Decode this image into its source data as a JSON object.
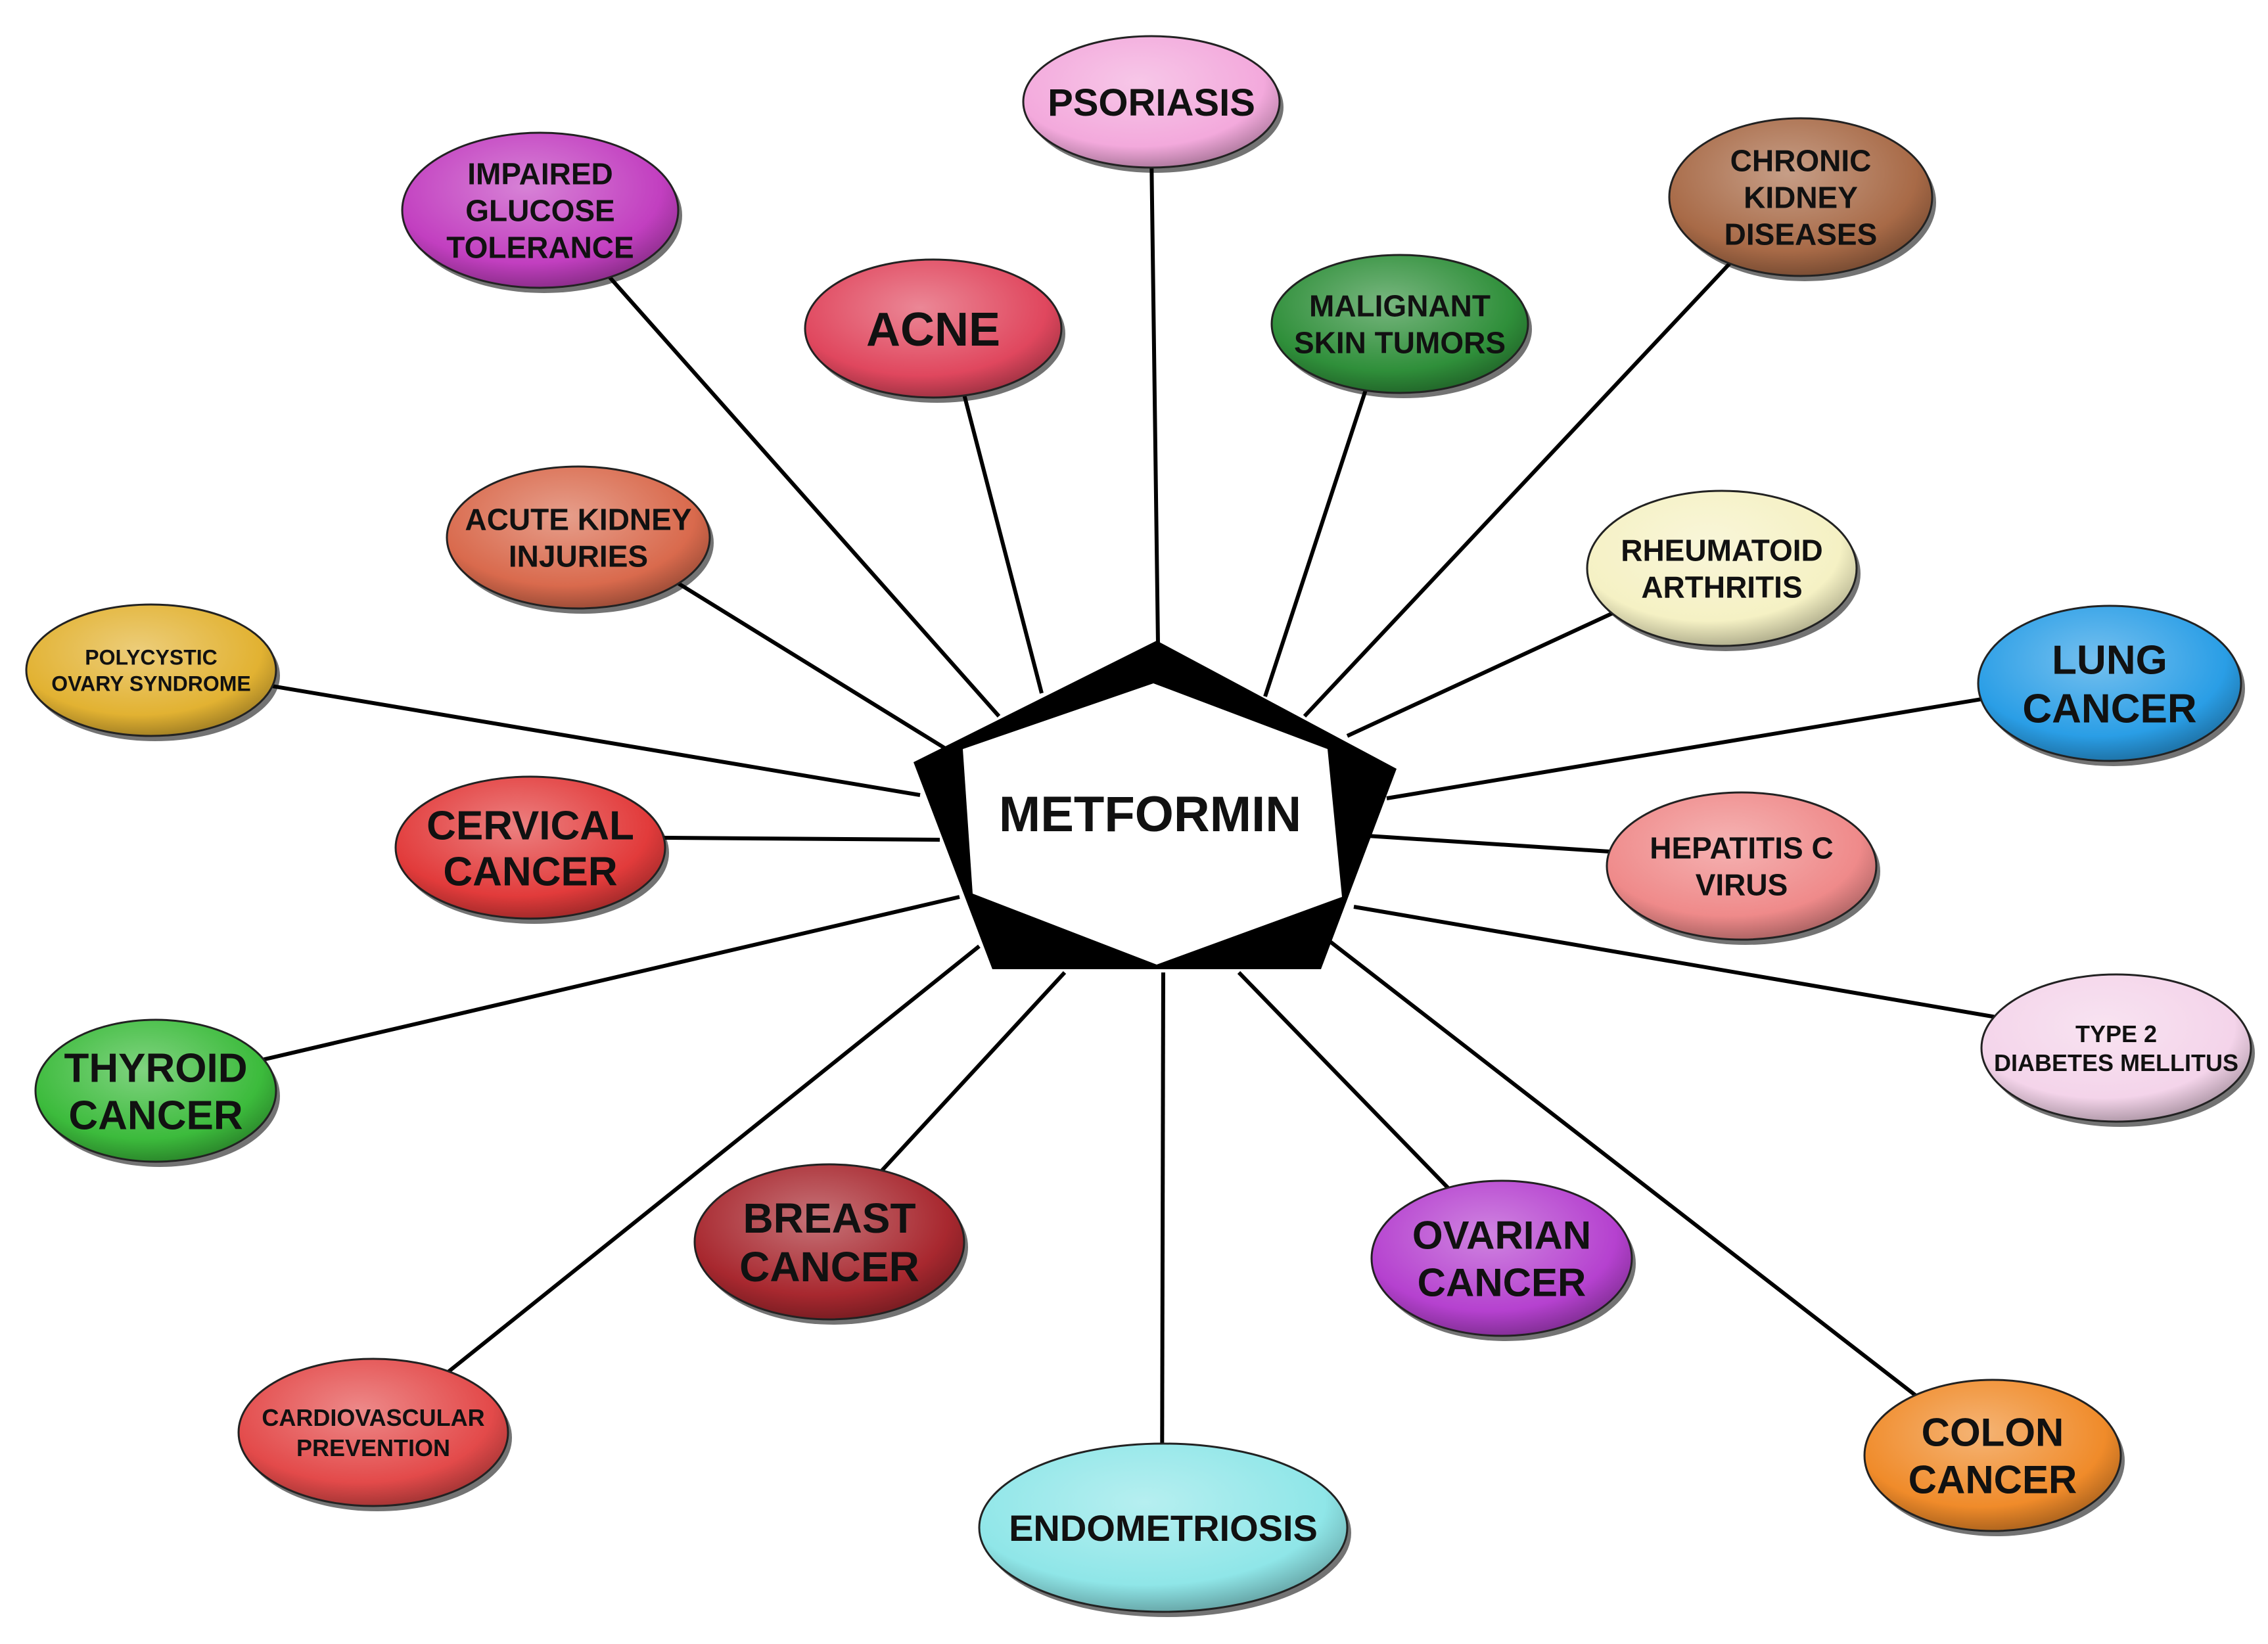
{
  "center": {
    "label": "METFORMIN"
  },
  "nodes": [
    {
      "id": "psoriasis",
      "lines": [
        "PSORIASIS"
      ],
      "color": "#f3a9dc"
    },
    {
      "id": "impaired-glucose-tolerance",
      "lines": [
        "IMPAIRED",
        "GLUCOSE",
        "TOLERANCE"
      ],
      "color": "#c23fc0"
    },
    {
      "id": "acne",
      "lines": [
        "ACNE"
      ],
      "color": "#e0475e"
    },
    {
      "id": "malignant-skin-tumors",
      "lines": [
        "MALIGNANT",
        "SKIN TUMORS"
      ],
      "color": "#2f8f3a"
    },
    {
      "id": "chronic-kidney-diseases",
      "lines": [
        "CHRONIC",
        "KIDNEY",
        "DISEASES"
      ],
      "color": "#a86a47"
    },
    {
      "id": "acute-kidney-injuries",
      "lines": [
        "ACUTE KIDNEY",
        "INJURIES"
      ],
      "color": "#d96a4d"
    },
    {
      "id": "rheumatoid-arthritis",
      "lines": [
        "RHEUMATOID",
        "ARTHRITIS"
      ],
      "color": "#f5f1c4"
    },
    {
      "id": "polycystic-ovary-syndrome",
      "lines": [
        "POLYCYSTIC",
        "OVARY SYNDROME"
      ],
      "color": "#e2b232"
    },
    {
      "id": "lung-cancer",
      "lines": [
        "LUNG",
        "CANCER"
      ],
      "color": "#2a9ee6"
    },
    {
      "id": "cervical-cancer",
      "lines": [
        "CERVICAL",
        "CANCER"
      ],
      "color": "#e23b3b"
    },
    {
      "id": "hepatitis-c-virus",
      "lines": [
        "HEPATITIS C",
        "VIRUS"
      ],
      "color": "#ef8a8a"
    },
    {
      "id": "type-2-diabetes-mellitus",
      "lines": [
        "TYPE 2",
        "DIABETES MELLITUS"
      ],
      "color": "#f4d4ea"
    },
    {
      "id": "thyroid-cancer",
      "lines": [
        "THYROID",
        "CANCER"
      ],
      "color": "#3cbb3c"
    },
    {
      "id": "breast-cancer",
      "lines": [
        "BREAST",
        "CANCER"
      ],
      "color": "#a8282f"
    },
    {
      "id": "ovarian-cancer",
      "lines": [
        "OVARIAN",
        "CANCER"
      ],
      "color": "#b541cf"
    },
    {
      "id": "cardiovascular-prevention",
      "lines": [
        "CARDIOVASCULAR",
        "PREVENTION"
      ],
      "color": "#e34a4a"
    },
    {
      "id": "endometriosis",
      "lines": [
        "ENDOMETRIOSIS"
      ],
      "color": "#8fe6e8"
    },
    {
      "id": "colon-cancer",
      "lines": [
        "COLON",
        "CANCER"
      ],
      "color": "#f08b2a"
    }
  ]
}
